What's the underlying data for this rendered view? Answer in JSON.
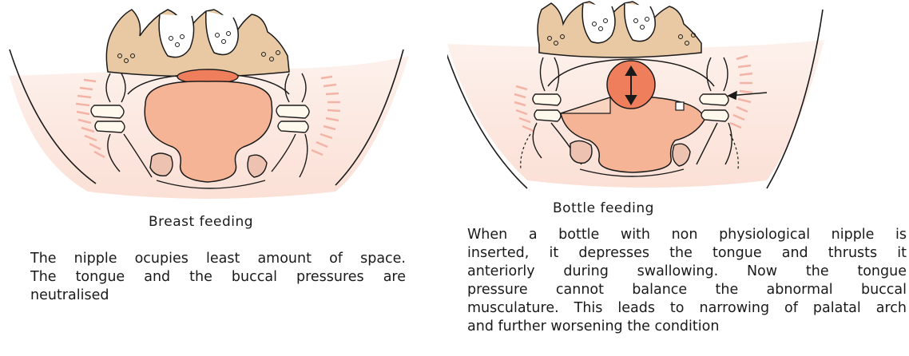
{
  "left": {
    "caption": "Breast feeding",
    "description": [
      "The nipple ocupies least amount of space.",
      "The tongue and the buccal pressures are",
      "neutralised"
    ]
  },
  "right": {
    "caption": "Bottle feeding",
    "description": [
      "When a bottle with non physiological nipple is",
      "inserted, it depresses the tongue and thrusts it",
      "anteriorly during swallowing. Now the tongue",
      "pressure cannot balance the abnormal buccal",
      "musculature. This leads to narrowing of palatal arch",
      "and further worsening the condition"
    ]
  },
  "colors": {
    "bone": "#e9c9a4",
    "tongue": "#f6b497",
    "nipple": "#ef7f5c",
    "skin_shade": "#fce8df",
    "muscle_lines": "#f3b3a6",
    "outline": "#1a1a1a"
  }
}
